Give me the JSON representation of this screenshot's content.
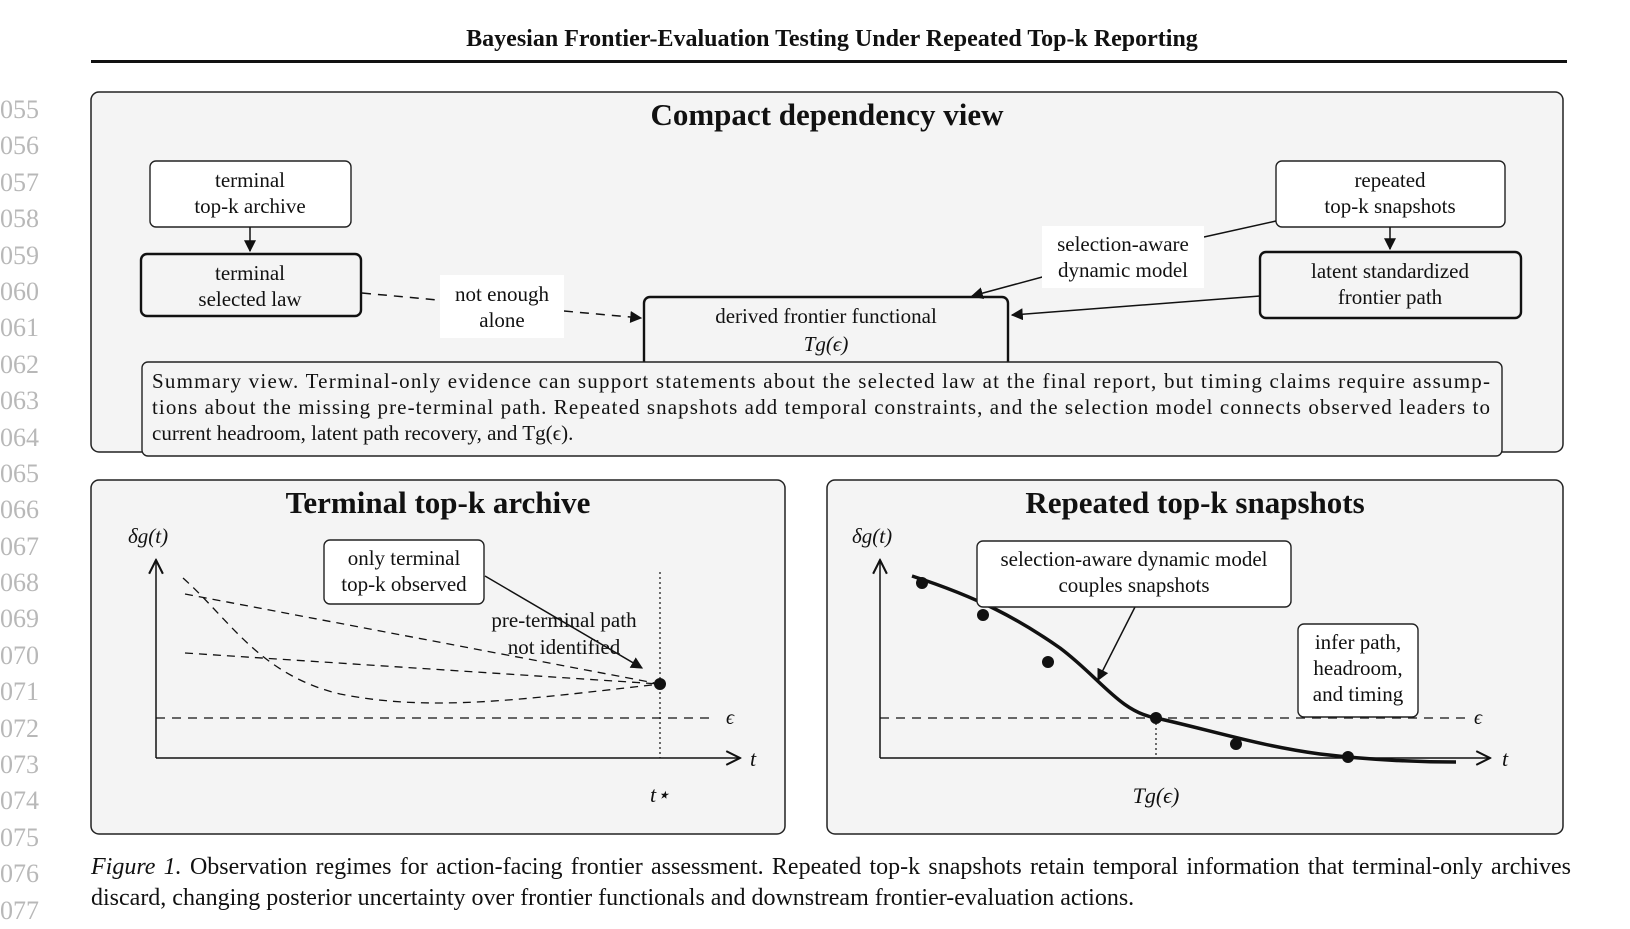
{
  "header": {
    "running_title": "Bayesian Frontier-Evaluation Testing Under Repeated Top-k Reporting"
  },
  "line_numbers": [
    "055",
    "056",
    "057",
    "058",
    "059",
    "060",
    "061",
    "062",
    "063",
    "064",
    "065",
    "066",
    "067",
    "068",
    "069",
    "070",
    "071",
    "072",
    "073",
    "074",
    "075",
    "076",
    "077"
  ],
  "dependency_view": {
    "title": "Compact dependency view",
    "terminal_archive": [
      "terminal",
      "top-k archive"
    ],
    "terminal_selected_law": [
      "terminal",
      "selected law"
    ],
    "not_enough_alone": [
      "not enough",
      "alone"
    ],
    "derived_functional": [
      "derived frontier functional",
      "Tg(ϵ)"
    ],
    "selection_aware_model": [
      "selection-aware",
      "dynamic model"
    ],
    "repeated_snapshots": [
      "repeated",
      "top-k snapshots"
    ],
    "latent_path": [
      "latent standardized",
      "frontier path"
    ],
    "summary": [
      "Summary view. Terminal-only evidence can support statements about the selected law at the final report, but timing claims require assump-",
      "tions about the missing pre-terminal path. Repeated snapshots add temporal constraints, and the selection model connects observed leaders to",
      "current headroom, latent path recovery, and Tg(ϵ)."
    ]
  },
  "terminal_panel": {
    "title": "Terminal top-k archive",
    "y_label": "δg(t)",
    "x_label": "t",
    "epsilon_label": "ϵ",
    "t_star_label": "t⋆",
    "callout": [
      "only terminal",
      "top-k observed"
    ],
    "note": [
      "pre-terminal path",
      "not identified"
    ]
  },
  "repeated_panel": {
    "title": "Repeated top-k snapshots",
    "y_label": "δg(t)",
    "x_label": "t",
    "epsilon_label": "ϵ",
    "crossing_label": "Tg(ϵ)",
    "callout": [
      "selection-aware dynamic model",
      "couples snapshots"
    ],
    "infer_box": [
      "infer path,",
      "headroom,",
      "and timing"
    ]
  },
  "caption": {
    "label": "Figure 1.",
    "text": "Observation regimes for action-facing frontier assessment. Repeated top-k snapshots retain temporal information that terminal-only archives discard, changing posterior uncertainty over frontier functionals and downstream frontier-evaluation actions."
  }
}
